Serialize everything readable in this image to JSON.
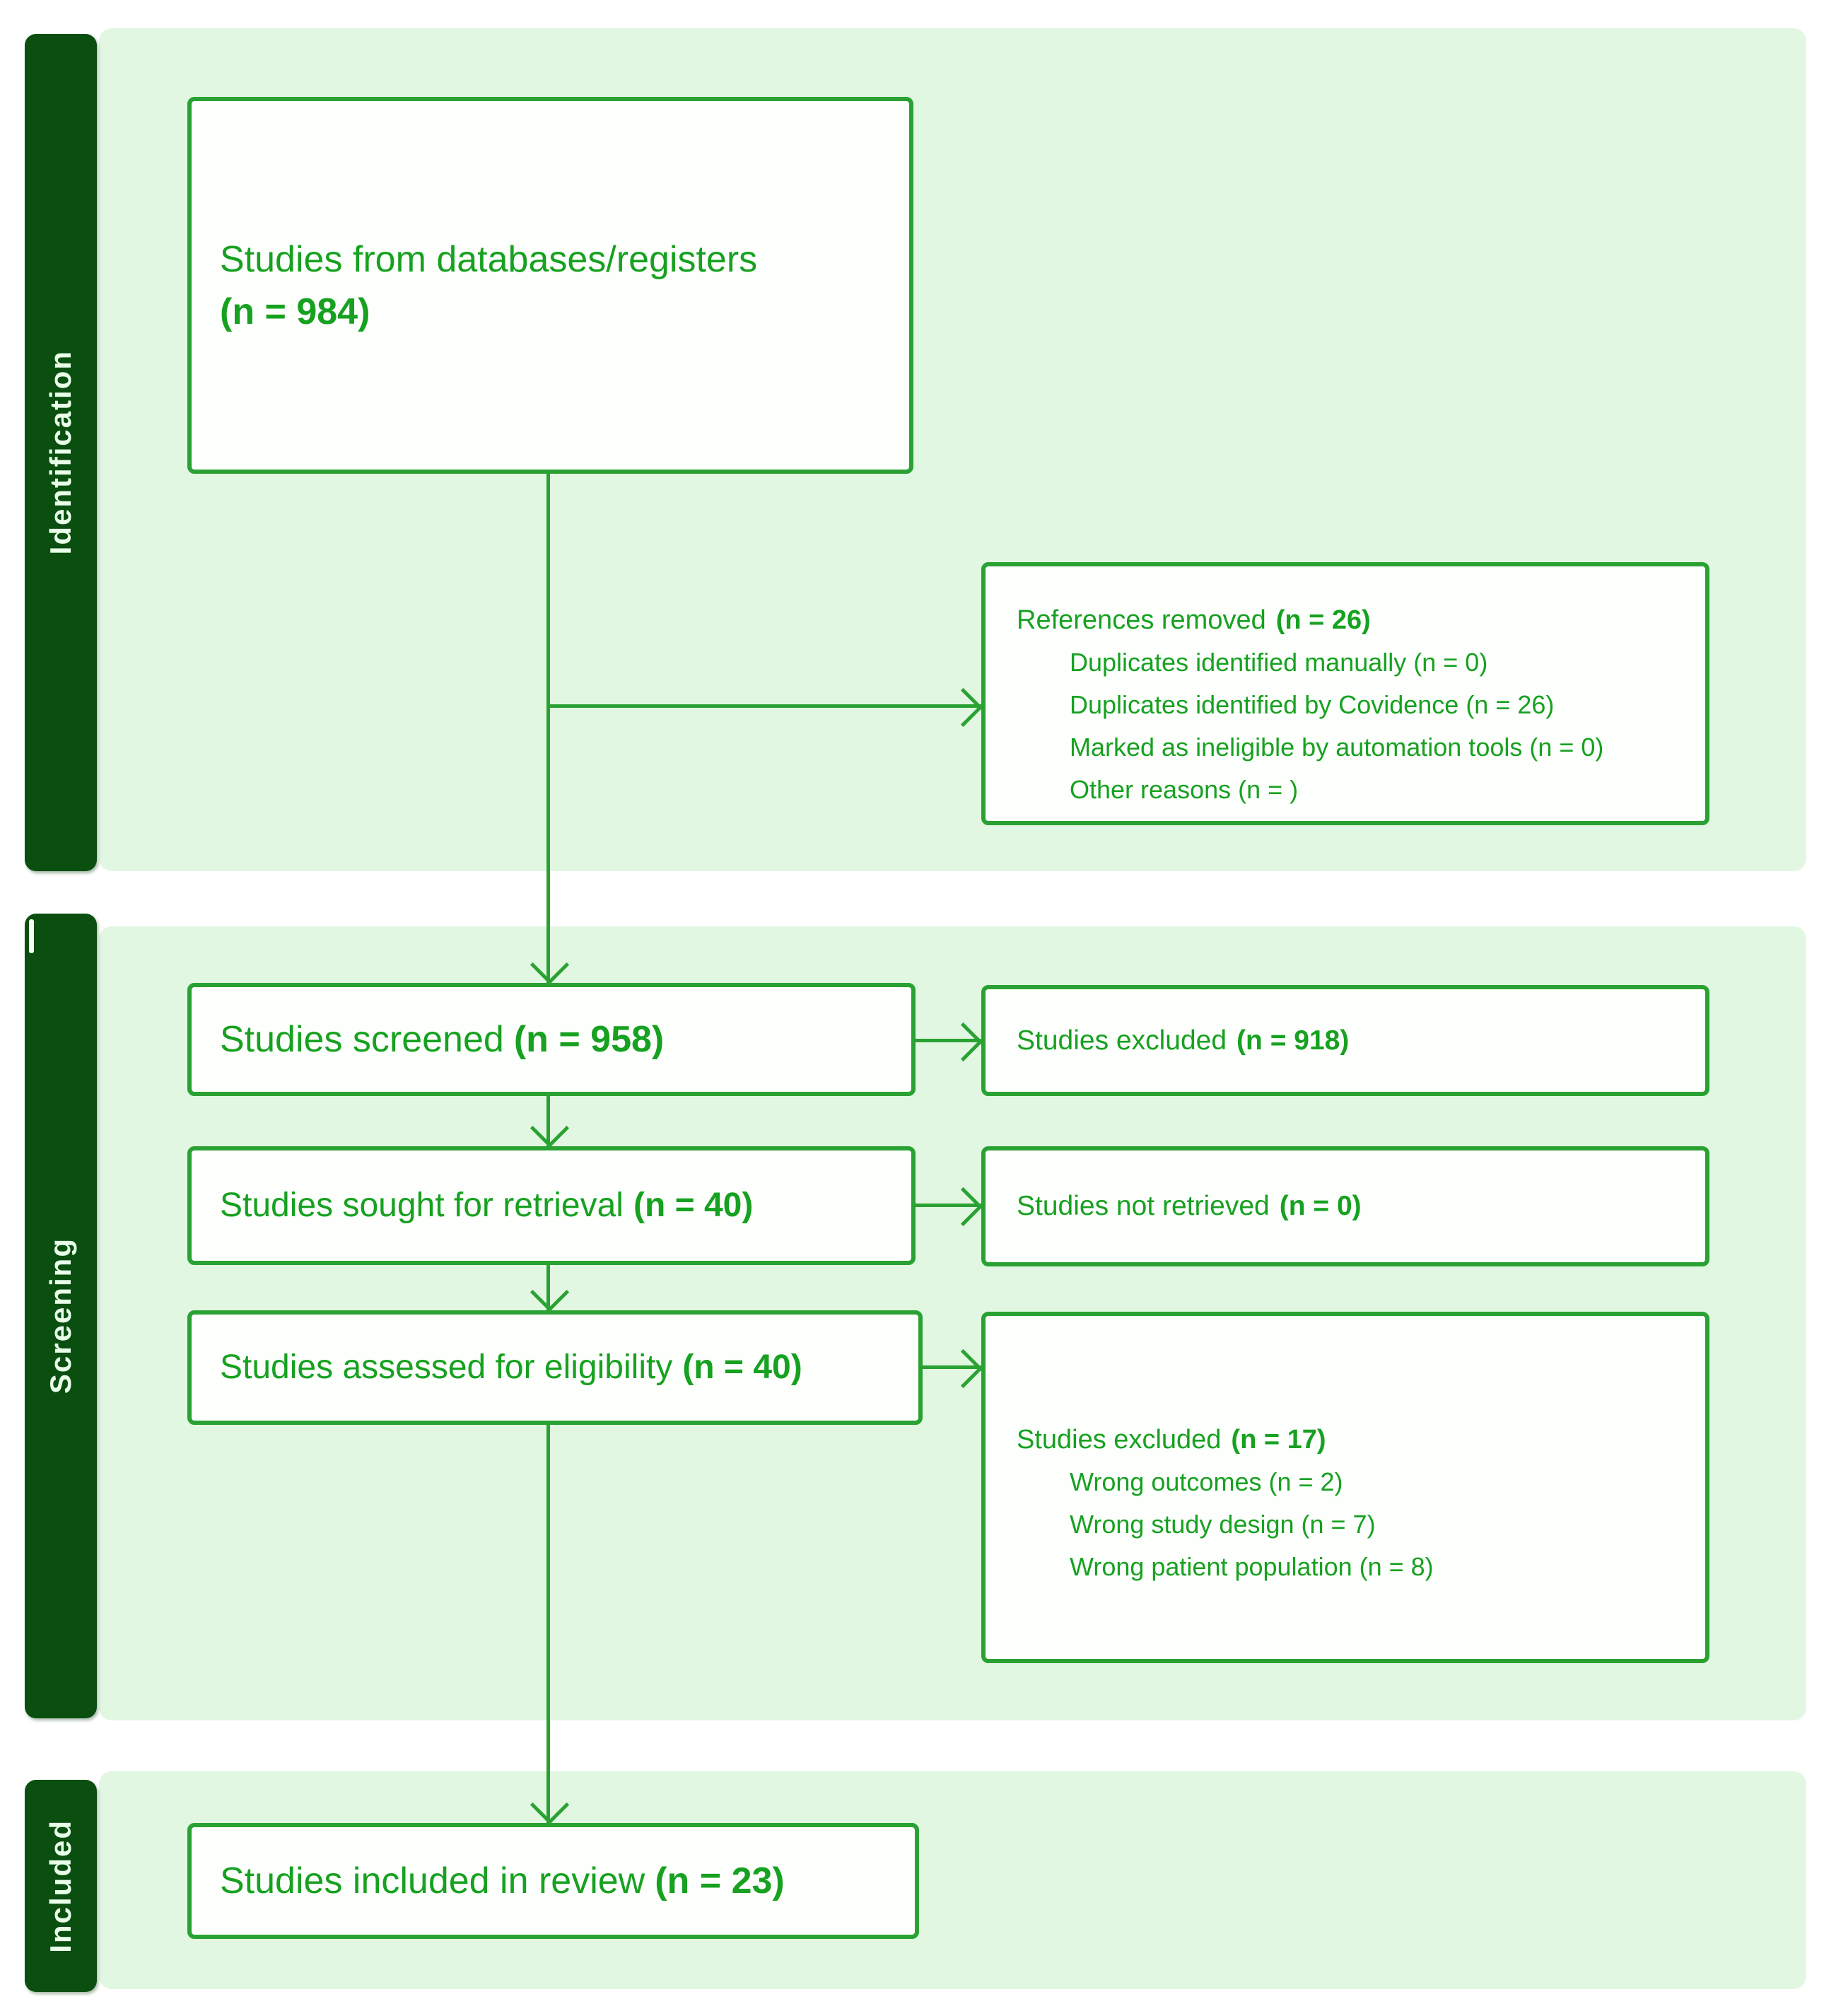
{
  "stages": {
    "identification": "Identification",
    "screening": "Screening",
    "included": "Included"
  },
  "boxes": {
    "databases": {
      "label": "Studies from databases/registers",
      "count": "(n = 984)"
    },
    "references_removed": {
      "label": "References removed",
      "count": "(n = 26)",
      "items": [
        "Duplicates identified manually (n = 0)",
        "Duplicates identified by Covidence (n = 26)",
        "Marked as ineligible by automation tools (n = 0)",
        "Other reasons (n = )"
      ]
    },
    "screened": {
      "label": "Studies screened",
      "count": "(n = 958)"
    },
    "excluded_screened": {
      "label": "Studies excluded",
      "count": "(n = 918)"
    },
    "sought": {
      "label": "Studies sought for retrieval",
      "count": "(n = 40)"
    },
    "not_retrieved": {
      "label": "Studies not retrieved",
      "count": "(n = 0)"
    },
    "assessed": {
      "label": "Studies assessed for eligibility",
      "count": "(n = 40)"
    },
    "excluded_assessed": {
      "label": "Studies excluded",
      "count": "(n = 17)",
      "items": [
        "Wrong outcomes (n = 2)",
        "Wrong study design (n = 7)",
        "Wrong patient population (n = 8)"
      ]
    },
    "included": {
      "label": "Studies included in review",
      "count": "(n = 23)"
    }
  },
  "colors": {
    "stage_bar": "#0a4f10",
    "stage_panel": "#e2f7e2",
    "box_border": "#2aa233",
    "box_text": "#17a120",
    "connector": "#2aa233",
    "stage_label_text": "#e9ffe9"
  }
}
